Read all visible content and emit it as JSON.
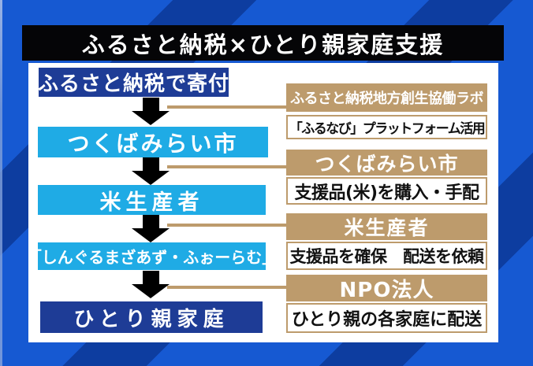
{
  "title": "ふるさと納税×ひとり親家庭支援",
  "flow": {
    "nodes": [
      {
        "label": "ふるさと納税で寄付"
      },
      {
        "label": "つくばみらい市"
      },
      {
        "label": "米生産者"
      },
      {
        "label": "「しんぐるまざあず・ふぉーらむ」"
      },
      {
        "label": "ひとり親家庭"
      }
    ],
    "arrow_icon": "down-arrow-icon"
  },
  "annotations": [
    {
      "actor": "ふるさと納税地方創生協働ラボ",
      "detail": "「ふるなび」プラットフォーム活用"
    },
    {
      "actor": "つくばみらい市",
      "detail": "支援品(米)を購入・手配"
    },
    {
      "actor": "米生産者",
      "detail": "支援品を確保　配送を依頼"
    },
    {
      "actor": "NPO法人",
      "detail": "ひとり親の各家庭に配送"
    }
  ],
  "colors": {
    "bg-bright": "#1659d2",
    "bg-dark": "#0d3da0",
    "title-bg": "#050507",
    "navy": "#1e3c96",
    "lightblue": "#1fabe5",
    "tan": "#bd9b6c",
    "panel": "#ffffff",
    "arrow": "#000000",
    "body-text": "#111111"
  }
}
